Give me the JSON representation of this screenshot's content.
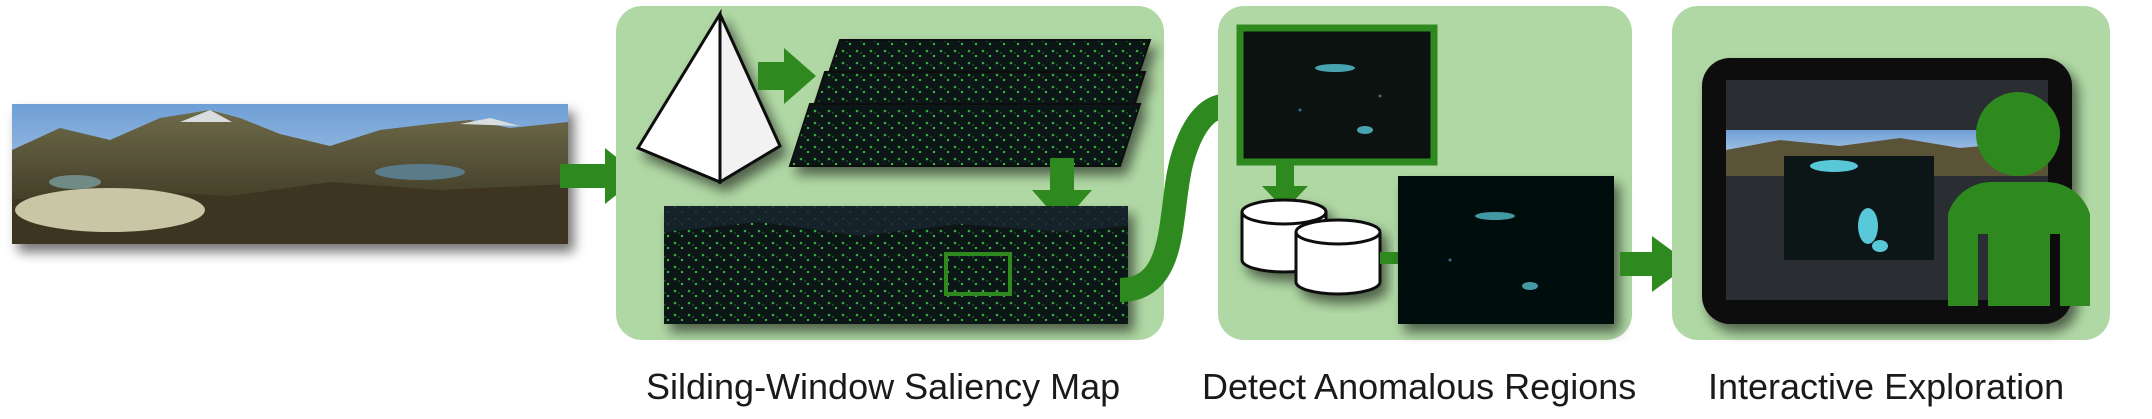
{
  "panels": [
    {
      "id": "saliency",
      "caption": "Silding-Window Saliency Map"
    },
    {
      "id": "detect",
      "caption": "Detect Anomalous Regions"
    },
    {
      "id": "explore",
      "caption": "Interactive Exploration"
    }
  ],
  "icons": {
    "pyramid": "pyramid-icon",
    "database": "database-icon",
    "monitor": "monitor-icon",
    "user": "user-icon",
    "arrow": "arrow-icon"
  },
  "colors": {
    "panel_fill": "#b0d8a4",
    "accent_green": "#2e8a1e",
    "dark_map": "#0b1210",
    "cyan_highlight": "#58c8d8"
  }
}
